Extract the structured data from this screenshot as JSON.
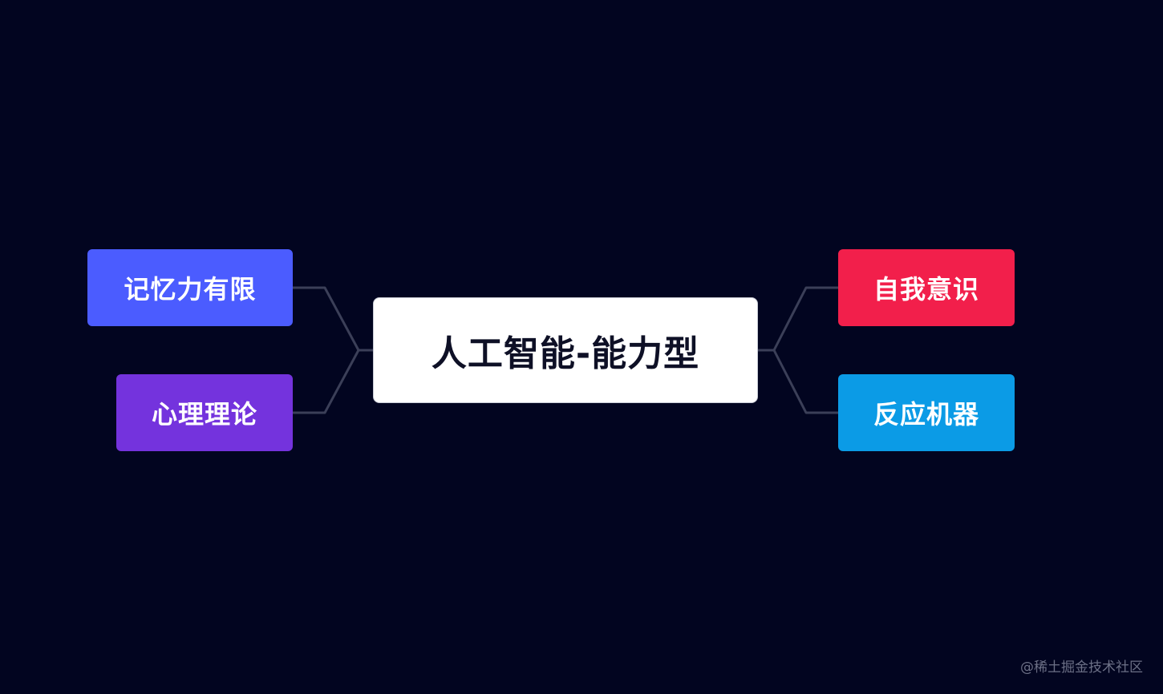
{
  "diagram": {
    "center": {
      "label": "人工智能-能力型"
    },
    "left_branches": [
      {
        "label": "记忆力有限",
        "color": "#4b5cff"
      },
      {
        "label": "心理理论",
        "color": "#7433dd"
      }
    ],
    "right_branches": [
      {
        "label": "自我意识",
        "color": "#f21f4b"
      },
      {
        "label": "反应机器",
        "color": "#0b9be6"
      }
    ],
    "connector_color": "#3b3f58",
    "background_color": "#020520"
  },
  "watermark": "@稀土掘金技术社区"
}
